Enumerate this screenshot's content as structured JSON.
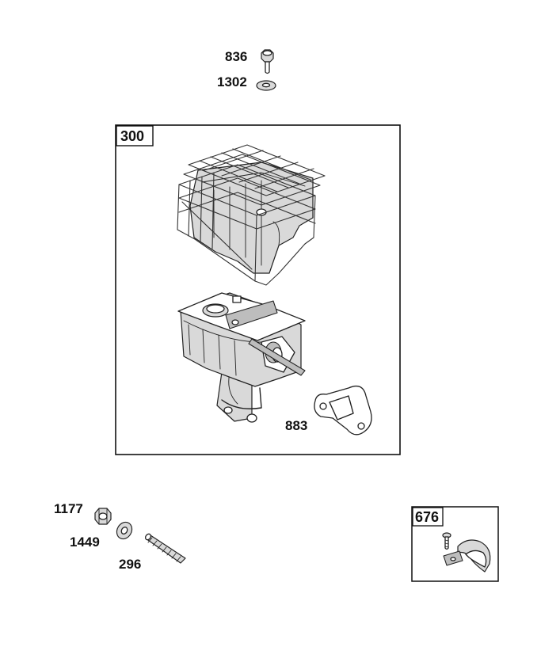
{
  "parts": {
    "bolt_836": "836",
    "washer_1302": "1302",
    "muffler_kit_300": "300",
    "gasket_883": "883",
    "nut_1177": "1177",
    "washer_1449": "1449",
    "stud_296": "296",
    "clamp_kit_676": "676"
  }
}
